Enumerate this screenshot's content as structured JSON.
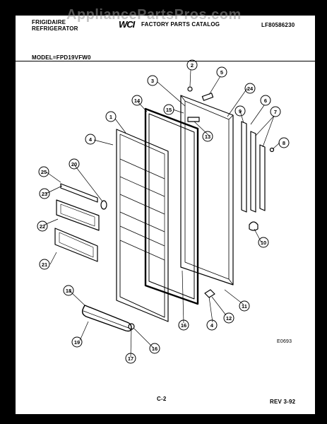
{
  "header": {
    "brand_line1": "FRIGIDAIRE",
    "brand_line2": "REFRIGERATOR",
    "logo_text": "WCI",
    "catalog_title": "FACTORY PARTS CATALOG",
    "doc_number": "LF80586230",
    "model_label": "MODEL=FPD19VFW0"
  },
  "watermark": "AppliancePartsPros.com",
  "diagram": {
    "callouts": [
      "1",
      "2",
      "3",
      "4",
      "5",
      "6",
      "7",
      "8",
      "9",
      "10",
      "11",
      "12",
      "13",
      "14",
      "15",
      "16",
      "16",
      "17",
      "18",
      "19",
      "20",
      "21",
      "22",
      "23",
      "24",
      "25",
      "4"
    ],
    "figure_code": "E0693"
  },
  "footer": {
    "page": "C-2",
    "revision": "REV 3-92"
  },
  "colors": {
    "frame": "#000000",
    "paper": "#ffffff",
    "ink": "#000000"
  }
}
